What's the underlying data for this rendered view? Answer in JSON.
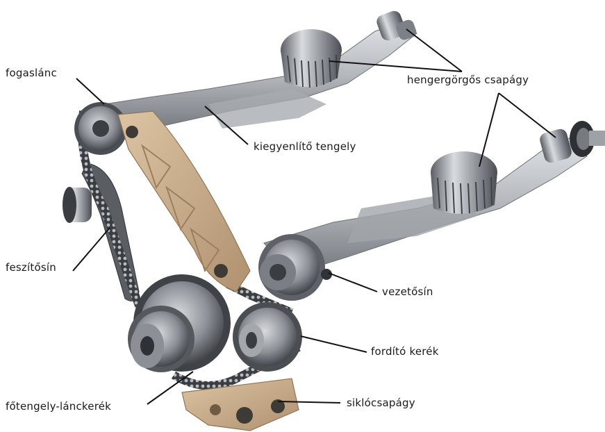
{
  "labels": {
    "fogaslanc": "fogaslánc",
    "hengergorgos": "hengergörgős csapágy",
    "kiegyenlito": "kiegyenlítő tengely",
    "feszitosin": "feszítősín",
    "vezetosin": "vezetősín",
    "fordito": "fordító kerék",
    "fotengely": "főtengely-lánckerék",
    "siklocsapagy": "siklócsapágy"
  },
  "colors": {
    "metal_light": "#c9ccd0",
    "metal_mid": "#9a9ea4",
    "metal_dark": "#55595f",
    "guide_tan": "#c9ad88",
    "guide_dark": "#8f7556",
    "leader": "#111111"
  }
}
